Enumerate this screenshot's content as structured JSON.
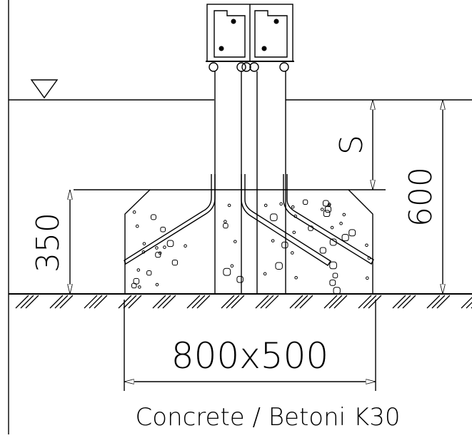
{
  "drawing": {
    "dim_depth": "350",
    "dim_total": "600",
    "dim_embed": "S",
    "dim_footing": "800x500",
    "material_label": "Concrete / Betoni K30"
  }
}
